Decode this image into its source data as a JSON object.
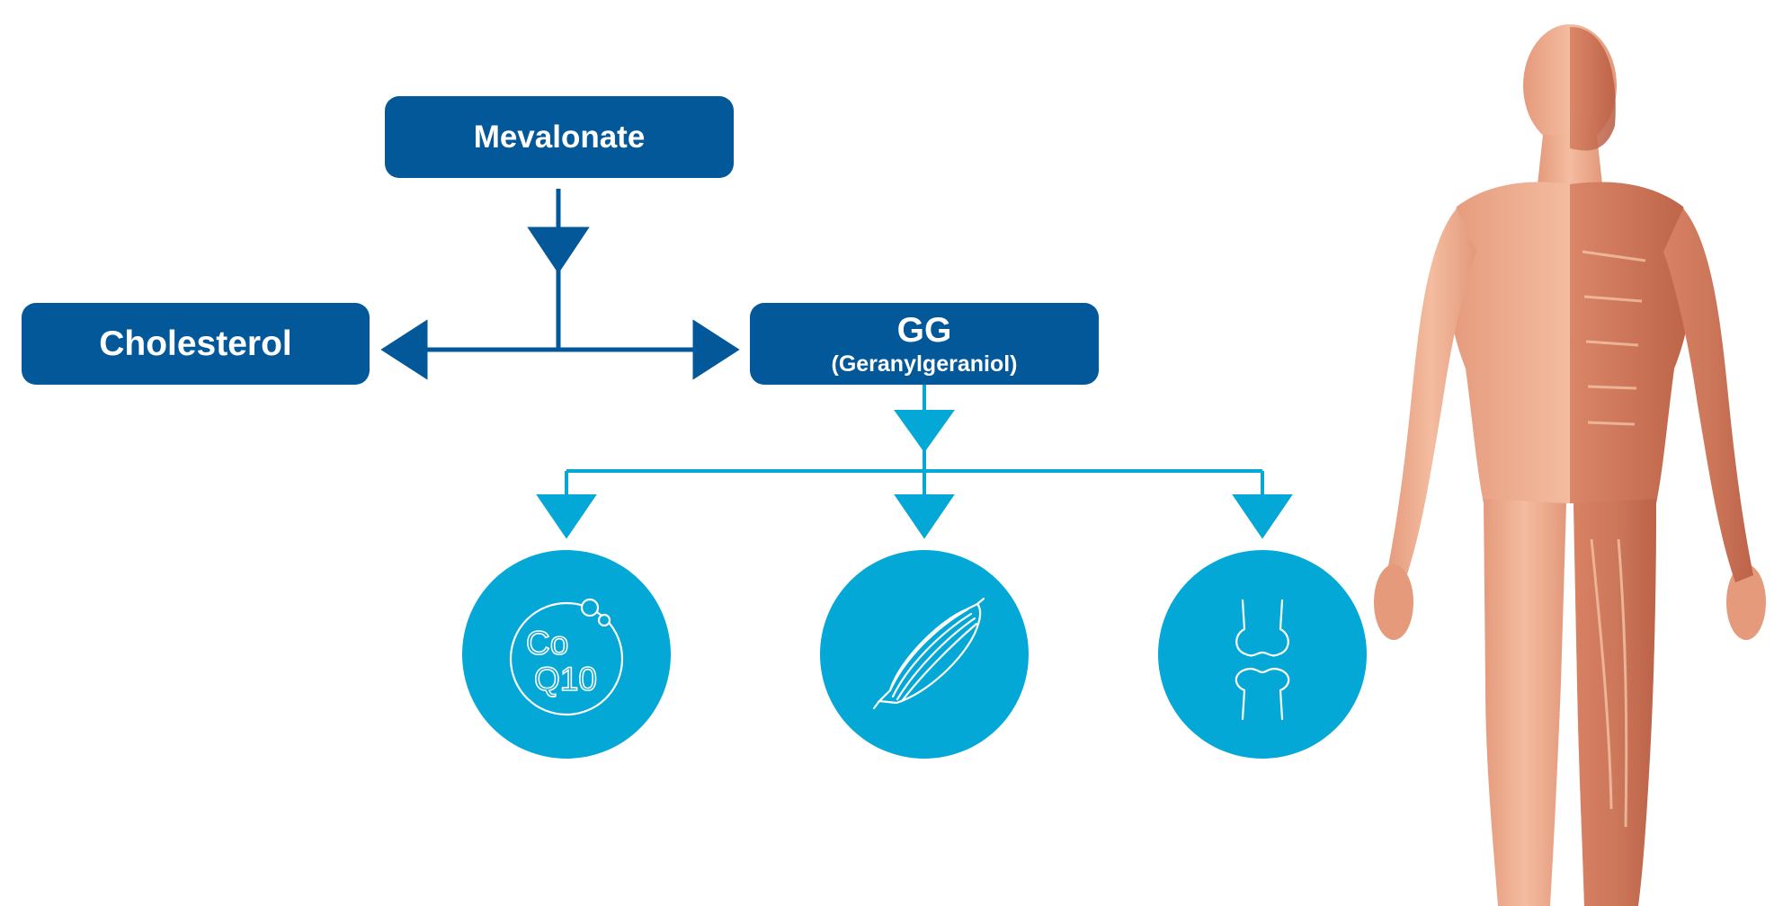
{
  "nodes": {
    "mevalonate": "Mevalonate",
    "cholesterol": "Cholesterol",
    "gg": {
      "title": "GG",
      "subtitle": "(Geranylgeraniol)"
    }
  },
  "icons": {
    "coq10": {
      "line1": "Co",
      "line2": "Q10",
      "name": "coq10-icon"
    },
    "muscle": {
      "name": "muscle-icon"
    },
    "joint": {
      "name": "joint-icon"
    }
  },
  "colors": {
    "dark_blue": "#03589a",
    "light_blue": "#04a8d6",
    "skin": "#efad8e",
    "muscle": "#c86a4f"
  }
}
